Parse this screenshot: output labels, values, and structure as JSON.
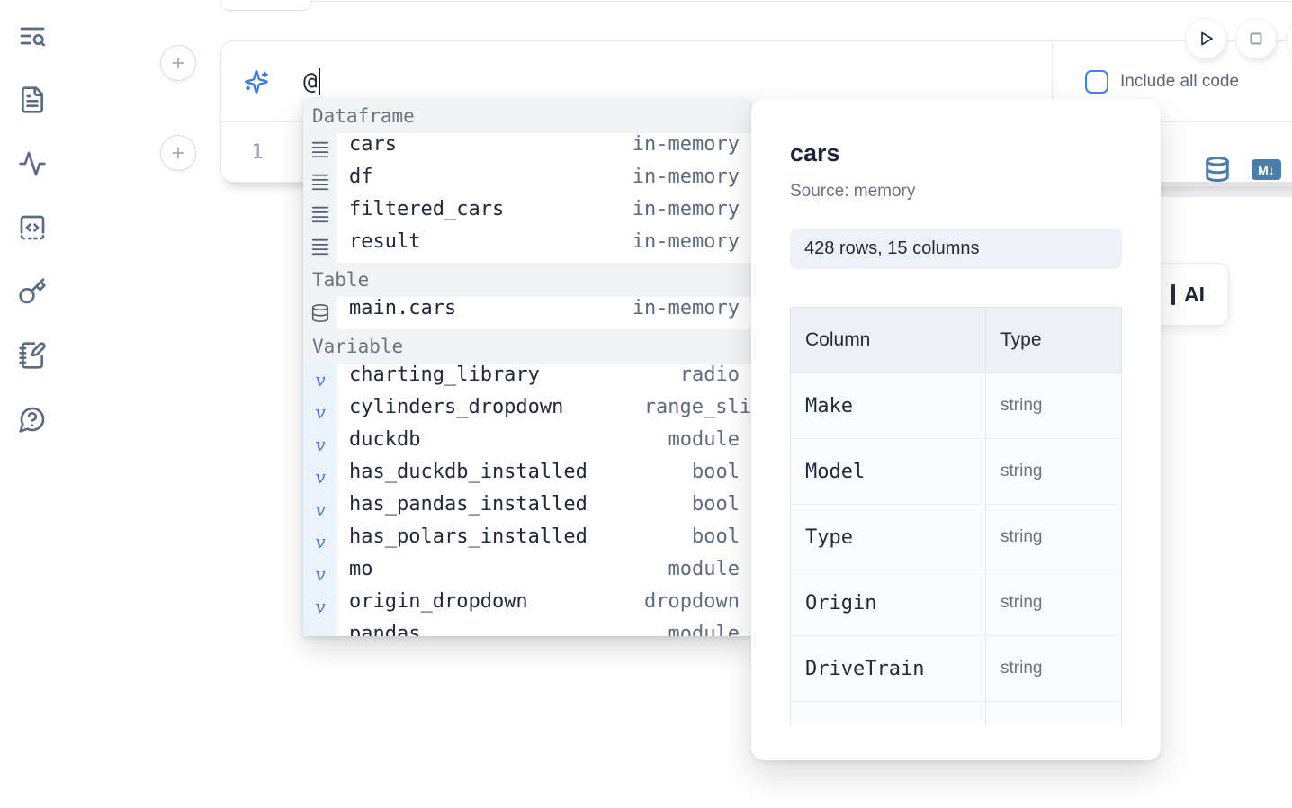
{
  "colors": {
    "accent_blue": "#3b82f6",
    "sparkle_blue": "#3b7ce0",
    "steel_blue": "#4a7da7",
    "selected_row_bg": "#d6e7fa",
    "section_header_bg": "#f1f3f4",
    "variable_gutter_bg": "#eaf2fb",
    "badge_bg": "#eef2f8",
    "table_header_bg": "#edf1f7",
    "border_gray": "#e5e7eb",
    "text_dark": "#1f2937",
    "text_gray": "#6b7280",
    "sidebar_icon_slate": "#5b6b82"
  },
  "sidebar": {
    "icons": [
      "text-search-icon",
      "file-text-icon",
      "activity-icon",
      "code-snippets-icon",
      "key-icon",
      "notebook-pen-icon",
      "help-circle-icon"
    ]
  },
  "run_controls": {
    "buttons": [
      "play-button",
      "stop-button",
      "extra-button-clipped"
    ]
  },
  "prompt_cell": {
    "prompt_text": "@",
    "include_all_code_label": "Include all code",
    "include_all_code_checked": false
  },
  "code_cell": {
    "line_number": "1",
    "markdown_icon_glyph": "M↓"
  },
  "autocomplete": {
    "sections": [
      {
        "label": "Dataframe",
        "items": [
          {
            "name": "cars",
            "type": "in-memory",
            "icon": "dataframe-icon",
            "selected": true
          },
          {
            "name": "df",
            "type": "in-memory",
            "icon": "dataframe-icon"
          },
          {
            "name": "filtered_cars",
            "type": "in-memory",
            "icon": "dataframe-icon"
          },
          {
            "name": "result",
            "type": "in-memory",
            "icon": "dataframe-icon"
          }
        ]
      },
      {
        "label": "Table",
        "items": [
          {
            "name": "main.cars",
            "type": "in-memory",
            "icon": "table-database-icon"
          }
        ]
      },
      {
        "label": "Variable",
        "items": [
          {
            "name": "charting_library",
            "type": "radio",
            "icon": "variable-icon"
          },
          {
            "name": "cylinders_dropdown",
            "type": "range_sli",
            "icon": "variable-icon",
            "type_clipped": true
          },
          {
            "name": "duckdb",
            "type": "module",
            "icon": "variable-icon"
          },
          {
            "name": "has_duckdb_installed",
            "type": "bool",
            "icon": "variable-icon"
          },
          {
            "name": "has_pandas_installed",
            "type": "bool",
            "icon": "variable-icon"
          },
          {
            "name": "has_polars_installed",
            "type": "bool",
            "icon": "variable-icon"
          },
          {
            "name": "mo",
            "type": "module",
            "icon": "variable-icon"
          },
          {
            "name": "origin_dropdown",
            "type": "dropdown",
            "icon": "variable-icon"
          },
          {
            "name": "pandas",
            "type": "module",
            "icon": "variable-icon",
            "partially_visible": true
          }
        ]
      }
    ]
  },
  "preview_panel": {
    "title": "cars",
    "source": "Source: memory",
    "shape_badge": "428 rows, 15 columns",
    "table": {
      "headers": [
        "Column",
        "Type"
      ],
      "rows": [
        [
          "Make",
          "string"
        ],
        [
          "Model",
          "string"
        ],
        [
          "Type",
          "string"
        ],
        [
          "Origin",
          "string"
        ],
        [
          "DriveTrain",
          "string"
        ]
      ],
      "next_row_partially_visible": true
    }
  },
  "ai_button": {
    "visible_label": "AI"
  }
}
